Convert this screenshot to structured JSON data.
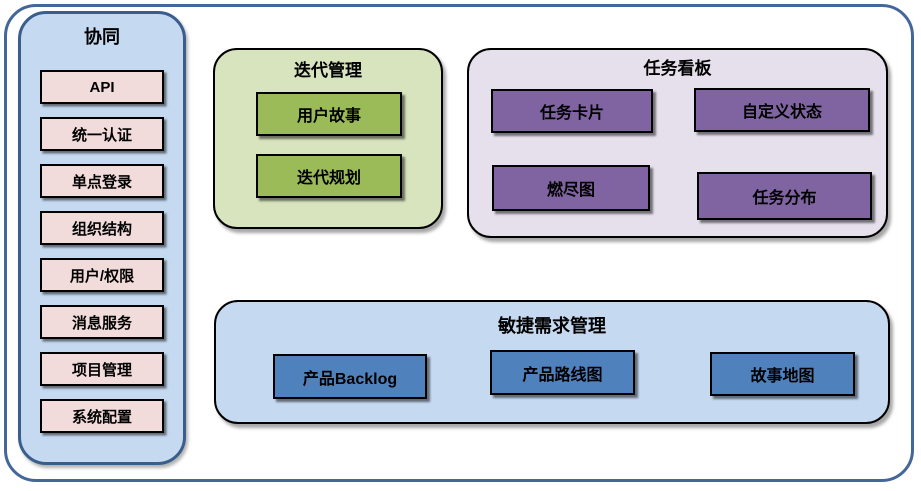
{
  "diagram": {
    "sidebar": {
      "title": "协同",
      "items": [
        "API",
        "统一认证",
        "单点登录",
        "组织结构",
        "用户/权限",
        "消息服务",
        "项目管理",
        "系统配置"
      ]
    },
    "iteration": {
      "title": "迭代管理",
      "items": [
        "用户故事",
        "迭代规划"
      ]
    },
    "kanban": {
      "title": "任务看板",
      "items": [
        "任务卡片",
        "自定义状态",
        "燃尽图",
        "任务分布"
      ]
    },
    "requirements": {
      "title": "敏捷需求管理",
      "items": [
        "产品Backlog",
        "产品路线图",
        "故事地图"
      ]
    },
    "colors": {
      "outer_border": "#44679B",
      "sidebar_fill": "#C5D9F1",
      "sidebar_border": "#3A5E8C",
      "sidebar_item_fill": "#F2DCDB",
      "iteration_fill": "#D7E4BD",
      "iteration_item_fill": "#9BBB59",
      "kanban_fill": "#E6E0EC",
      "kanban_item_fill": "#8064A2",
      "requirements_fill": "#C5D9F1",
      "requirements_item_fill": "#4F81BD",
      "box_border": "#000000"
    }
  }
}
